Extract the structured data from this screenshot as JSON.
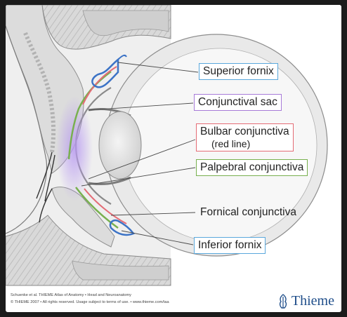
{
  "labels": {
    "superior_fornix": "Superior fornix",
    "conjunctival_sac": "Conjunctival sac",
    "bulbar_line1": "Bulbar conjunctiva",
    "bulbar_line2": "(red line)",
    "palpebral": "Palpebral conjunctiva",
    "fornical": "Fornical conjunctiva",
    "inferior_fornix": "Inferior fornix"
  },
  "credits": {
    "line1": "Schuenke et al. THIEME Atlas of Anatomy • Head and Neuroanatomy",
    "line2": "© THIEME 2007 • All rights reserved. Usage subject to terms of use. • www.thieme.com/taa",
    "brand": "Thieme"
  },
  "colors": {
    "superior_fornix": "#5aa8dc",
    "conjunctival_sac": "#a77ad8",
    "bulbar": "#e46b75",
    "palpebral": "#78b04f",
    "inferior_fornix": "#5aa8dc"
  }
}
